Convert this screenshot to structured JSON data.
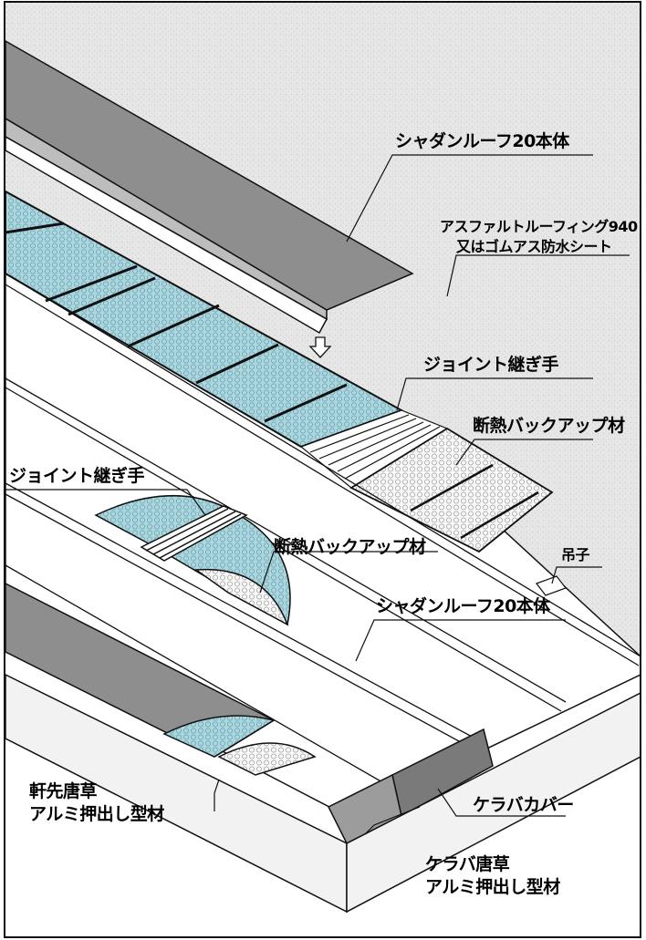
{
  "labels": {
    "main_body_top": "シャダンルーフ20本体",
    "underlay_line1": "アスファルトルーフィング940",
    "underlay_line2": "又はゴムアス防水シート",
    "joint_right": "ジョイント継ぎ手",
    "insulation_right": "断熱バックアップ材",
    "joint_left": "ジョイント継ぎ手",
    "insulation_left": "断熱バックアップ材",
    "hanger": "吊子",
    "main_body_mid": "シャダンルーフ20本体",
    "eave_line1": "軒先唐草",
    "eave_line2": "アルミ押出し型材",
    "verge_cover": "ケラバカバー",
    "verge_line1": "ケラバ唐草",
    "verge_line2": "アルミ押出し型材"
  },
  "colors": {
    "background_substrate": "#e7e7e7",
    "panel_top_gray": "#8f8f8f",
    "insulation_blue": "#a9d6df",
    "insulation_white": "#f4f4f4",
    "roof_white": "#ffffff",
    "outline": "#111111"
  }
}
